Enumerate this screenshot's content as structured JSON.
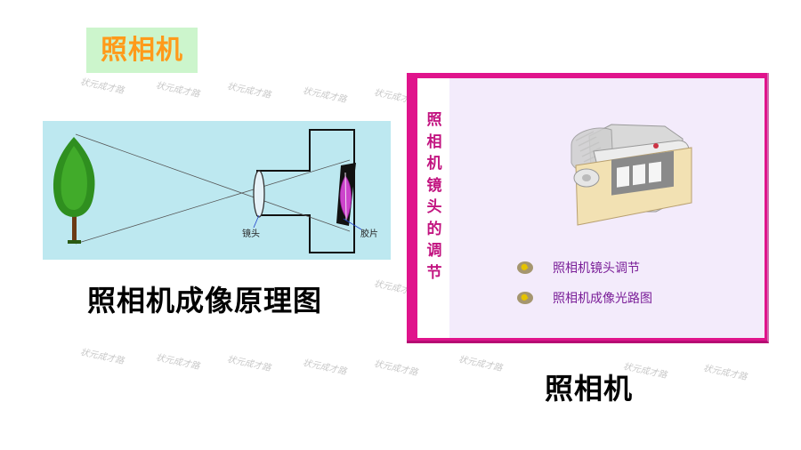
{
  "page": {
    "title": "照相机",
    "left_caption": "照相机成像原理图",
    "right_caption": "照相机"
  },
  "diagram": {
    "lens_label": "镜头",
    "film_label": "胶片"
  },
  "panel": {
    "vertical_title": "照相机镜头的调节",
    "menu": [
      {
        "label": "照相机镜头调节"
      },
      {
        "label": "照相机成像光路图"
      }
    ],
    "icons": [
      "camera-icon",
      "play-bullet-icon"
    ]
  },
  "watermark_text": "状元成才路",
  "colors": {
    "title_bg": "#ccf5cc",
    "title_text": "#ff9a1a",
    "diagram_bg": "#bde8f0",
    "panel_frame": "#e0148c",
    "panel_bg": "#f3ebfb",
    "panel_text": "#7a1e98",
    "vertical_title": "#c21480"
  }
}
